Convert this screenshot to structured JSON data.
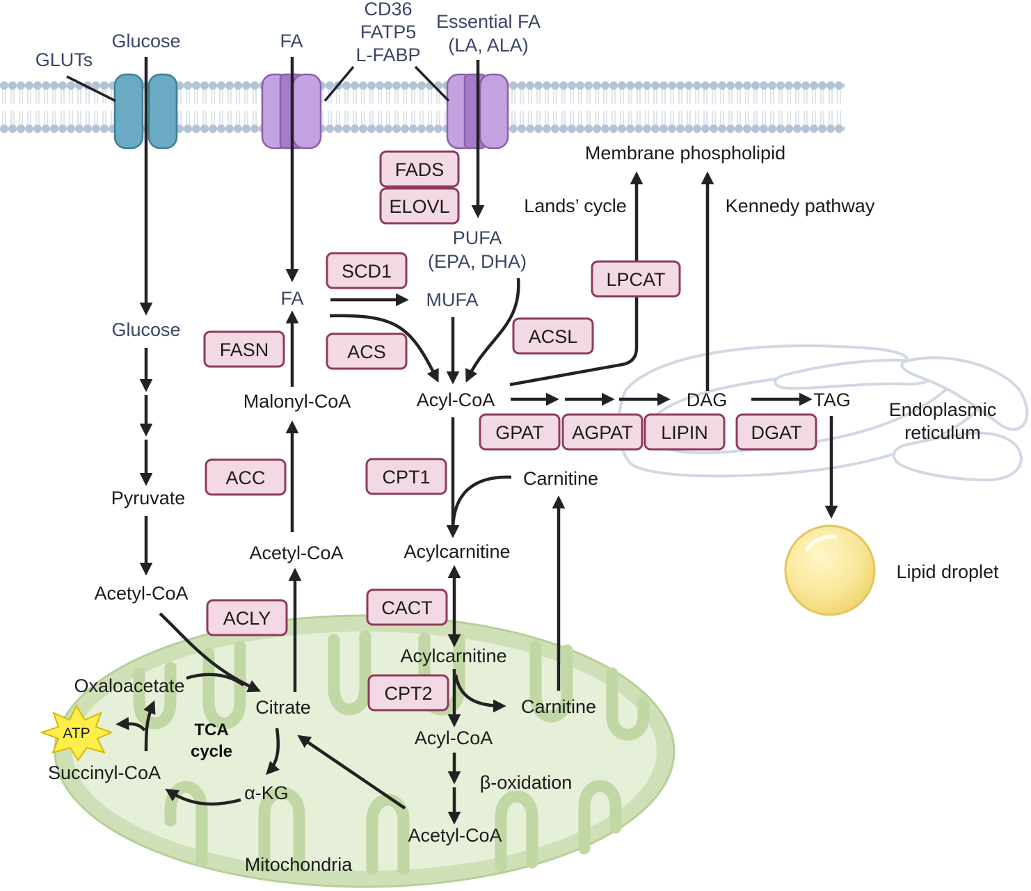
{
  "colors": {
    "enzyme_fill": "#f3d9e4",
    "enzyme_stroke": "#8e3a5f",
    "glut_transporter": "#6aaac2",
    "fa_transporter": "#c3a2e0",
    "mitochondria_outer": "#cfe0b6",
    "mitochondria_inner": "#e6efd8",
    "er_stroke": "#d0d8e4",
    "lipid_droplet": "#f6e38e",
    "atp_star": "#fdee4a",
    "membrane": "#b3c3d6"
  },
  "labels": {
    "glucose_out": "Glucose",
    "gluts": "GLUTs",
    "fa_out": "FA",
    "cd36_line1": "CD36",
    "cd36_line2": "FATP5",
    "cd36_line3": "L-FABP",
    "essential_line1": "Essential FA",
    "essential_line2": "(LA, ALA)",
    "membrane_phospholipid": "Membrane phospholipid",
    "lands_cycle": "Lands’ cycle",
    "kennedy_pathway": "Kennedy pathway",
    "pufa_line1": "PUFA",
    "pufa_line2": "(EPA, DHA)",
    "fa_in": "FA",
    "mufa": "MUFA",
    "glucose_in": "Glucose",
    "malonyl_coa": "Malonyl-CoA",
    "acyl_coa_cyto": "Acyl-CoA",
    "dag": "DAG",
    "tag": "TAG",
    "er_line1": "Endoplasmic",
    "er_line2": "reticulum",
    "pyruvate": "Pyruvate",
    "carnitine_cyto": "Carnitine",
    "acetyl_coa_cyto": "Acetyl-CoA",
    "acylcarnitine_cyto": "Acylcarnitine",
    "lipid_droplet": "Lipid droplet",
    "acetyl_coa_glyc": "Acetyl-CoA",
    "acylcarnitine_mito": "Acylcarnitine",
    "oxaloacetate": "Oxaloacetate",
    "citrate": "Citrate",
    "carnitine_mito": "Carnitine",
    "atp": "ATP",
    "tca_line1": "TCA",
    "tca_line2": "cycle",
    "acyl_coa_mito": "Acyl-CoA",
    "succinyl_coa": "Succinyl-CoA",
    "beta_oxidation": "β-oxidation",
    "alpha_kg": "α-KG",
    "acetyl_coa_mito": "Acetyl-CoA",
    "mitochondria": "Mitochondria"
  },
  "enzymes": {
    "fads": "FADS",
    "elovl": "ELOVL",
    "scd1": "SCD1",
    "lpcat": "LPCAT",
    "fasn": "FASN",
    "acs": "ACS",
    "acsl": "ACSL",
    "gpat": "GPAT",
    "agpat": "AGPAT",
    "lipin": "LIPIN",
    "dgat": "DGAT",
    "acc": "ACC",
    "cpt1": "CPT1",
    "acly": "ACLY",
    "cact": "CACT",
    "cpt2": "CPT2"
  }
}
